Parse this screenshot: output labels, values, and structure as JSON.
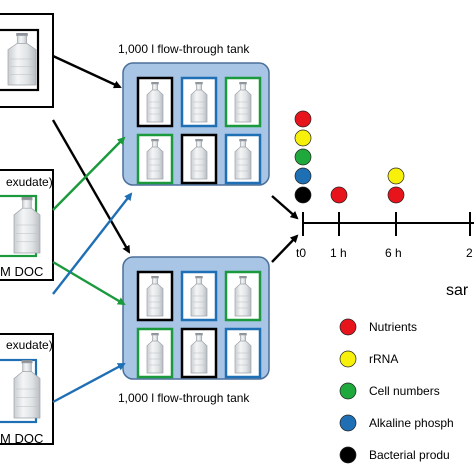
{
  "tanks": [
    {
      "label": "1,000 l flow-through tank"
    },
    {
      "label": "1,000 l flow-through tank"
    }
  ],
  "treatments": [
    {
      "label_top": "",
      "label_bottom": "",
      "frame_color": "#000000"
    },
    {
      "label_top": "exudate)",
      "label_bottom": "M DOC",
      "frame_color": "#1a9a3c"
    },
    {
      "label_top": "exudate)",
      "label_bottom": "M DOC",
      "frame_color": "#1f6fb5"
    }
  ],
  "tank_bottle_frames": [
    [
      "#000000",
      "#1f6fb5",
      "#1a9a3c",
      "#1a9a3c",
      "#000000",
      "#1f6fb5"
    ],
    [
      "#000000",
      "#1f6fb5",
      "#1a9a3c",
      "#1a9a3c",
      "#000000",
      "#1f6fb5"
    ]
  ],
  "arrow_colors": {
    "control": "#000000",
    "exudate": "#1a9a3c",
    "doc": "#1f6fb5"
  },
  "timeline": {
    "ticks": [
      "t0",
      "1 h",
      "6 h",
      "2"
    ],
    "axis_label": "sar",
    "dots_by_tick": [
      [
        "red",
        "yellow",
        "green",
        "blue",
        "black"
      ],
      [
        "red"
      ],
      [
        "yellow",
        "red"
      ]
    ]
  },
  "legend": [
    {
      "label": "Nutrients",
      "color": "red"
    },
    {
      "label": "rRNA",
      "color": "yellow"
    },
    {
      "label": "Cell numbers",
      "color": "green"
    },
    {
      "label": "Alkaline phosph",
      "color": "blue"
    },
    {
      "label": "Bacterial produ",
      "color": "black"
    }
  ],
  "colors": {
    "red": "#e8141c",
    "yellow": "#f7f00a",
    "green": "#1fa83b",
    "blue": "#1f6fb5",
    "black": "#000000",
    "tank_fill": "#a9c5e6",
    "tank_stroke": "#4a6f98"
  }
}
